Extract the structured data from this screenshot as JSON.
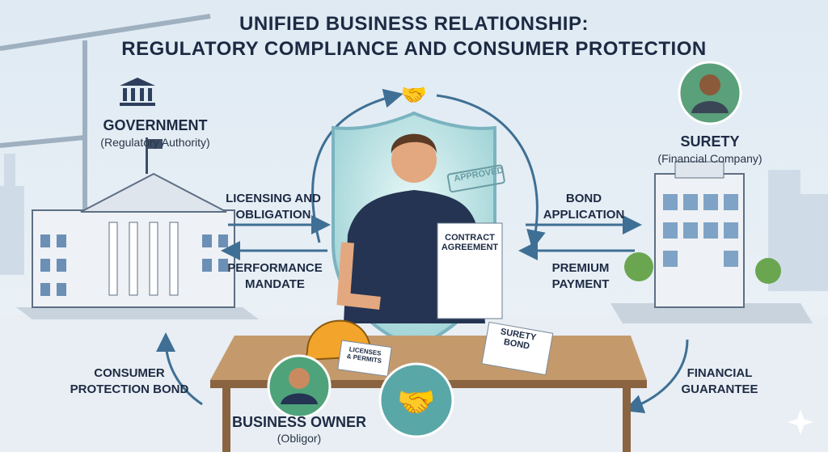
{
  "title": {
    "line1": "UNIFIED BUSINESS RELATIONSHIP:",
    "line2": "REGULATORY COMPLIANCE AND CONSUMER PROTECTION"
  },
  "government": {
    "name": "GOVERNMENT",
    "role": "(Regulatory Authority)"
  },
  "surety": {
    "name": "SURETY",
    "role": "(Financial Company)"
  },
  "owner": {
    "name": "BUSINESS OWNER",
    "role": "(Obligor)"
  },
  "flows": {
    "licensing": [
      "LICENSING AND",
      "OBLIGATION"
    ],
    "performance": [
      "PERFORMANCE",
      "MANDATE"
    ],
    "bond_app": [
      "BOND",
      "APPLICATION"
    ],
    "premium": [
      "PREMIUM",
      "PAYMENT"
    ],
    "consumer": [
      "CONSUMER",
      "PROTECTION BOND"
    ],
    "guarantee": [
      "FINANCIAL",
      "GUARANTEE"
    ]
  },
  "documents": {
    "contract": [
      "CONTRACT",
      "AGREEMENT"
    ],
    "stamp": "APPROVED",
    "licenses": [
      "LICENSES",
      "& PERMITS"
    ],
    "bond": [
      "SURETY",
      "BOND"
    ]
  },
  "colors": {
    "navy": "#1c2a43",
    "arrow": "#3f6f94",
    "shirt": "#243452",
    "helmet": "#f2a52a",
    "teal": "#5aa7a8"
  }
}
